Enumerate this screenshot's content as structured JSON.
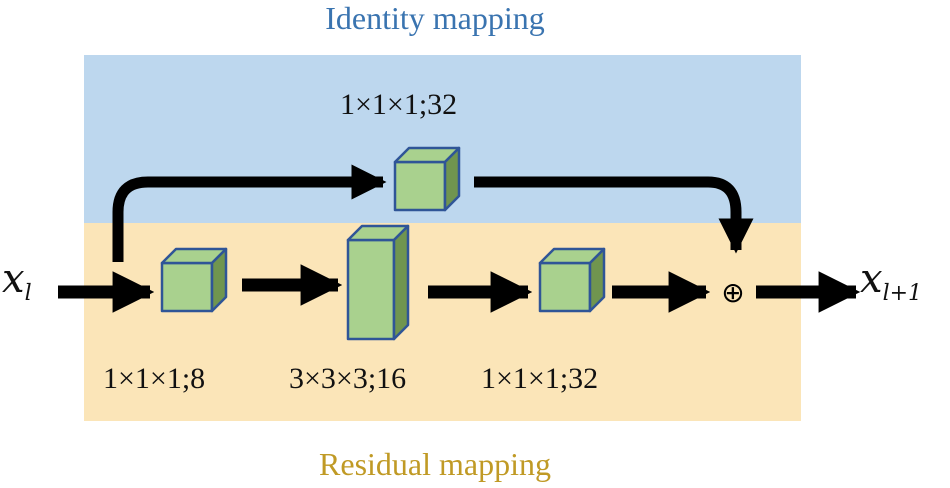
{
  "titles": {
    "identity": "Identity mapping",
    "residual": "Residual mapping"
  },
  "blocks": {
    "identity_conv": "1×1×1;32",
    "conv1": "1×1×1;8",
    "conv2": "3×3×3;16",
    "conv3": "1×1×1;32"
  },
  "input": {
    "symbol": "x",
    "subscript": "l"
  },
  "output": {
    "symbol": "x",
    "subscript": "l+1"
  },
  "operator": "⊕",
  "colors": {
    "identity_region": "#bdd7ee",
    "residual_region": "#fbe5b8",
    "cube_face": "#a9d18e",
    "cube_dark": "#70954f",
    "cube_stroke": "#2f5597",
    "arrow": "#000000"
  }
}
